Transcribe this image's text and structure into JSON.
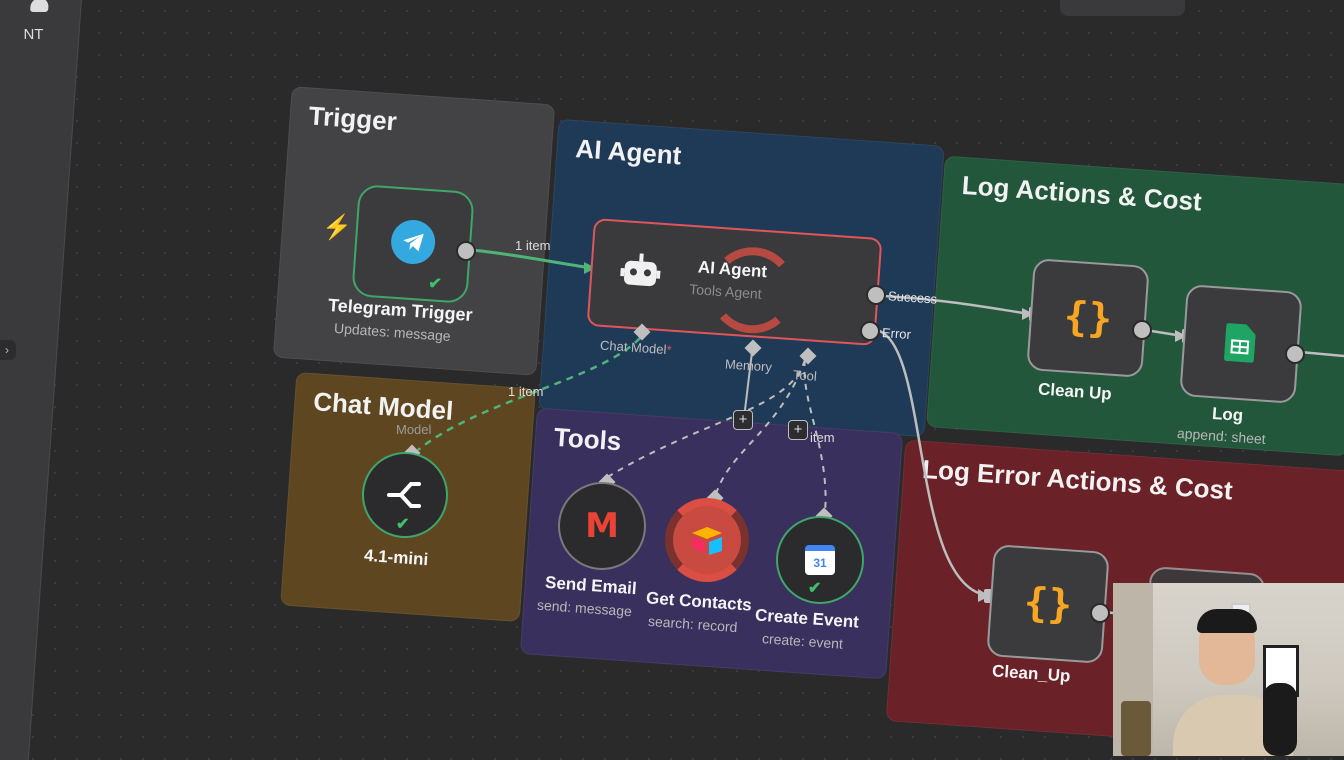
{
  "sidebar": {
    "partial_label": "NT"
  },
  "groups": {
    "trigger": "Trigger",
    "ai_agent": "AI Agent",
    "log_actions": "Log Actions & Cost",
    "chat_model": "Chat Model",
    "tools": "Tools",
    "log_error": "Log Error Actions & Cost"
  },
  "nodes": {
    "telegram": {
      "label": "Telegram Trigger",
      "sub": "Updates: message"
    },
    "agent": {
      "label": "AI Agent",
      "sub": "Tools Agent",
      "port_chat": "Chat Model",
      "port_chat_required": "*",
      "port_memory": "Memory",
      "port_tool": "Tool"
    },
    "model": {
      "port": "Model",
      "label": "4.1-mini"
    },
    "cleanup": {
      "label": "Clean Up"
    },
    "log": {
      "label": "Log",
      "sub": "append: sheet"
    },
    "send_email": {
      "label": "Send Email",
      "sub": "send: message"
    },
    "get_contacts": {
      "label": "Get Contacts",
      "sub": "search: record"
    },
    "create_event": {
      "label": "Create Event",
      "sub": "create: event"
    },
    "cleanup_err": {
      "label": "Clean_Up"
    }
  },
  "connections": {
    "trigger_items": "1 item",
    "model_items": "1 item",
    "tool_items": "item",
    "success": "Success",
    "error": "Error"
  },
  "icons": {
    "calendar_day": "31",
    "gmail_letter": "M",
    "plus": "+",
    "braces": "{}"
  },
  "colors": {
    "canvas": "#2a2a2b",
    "trigger_group": "#434345",
    "agent_group": "#1f3a57",
    "log_group": "#22573c",
    "chat_group": "#5e4720",
    "tools_group": "#3a305e",
    "error_group": "#6a2127",
    "success_green": "#3fa66a",
    "agent_red": "#e0555a",
    "code_orange": "#f6a623"
  }
}
